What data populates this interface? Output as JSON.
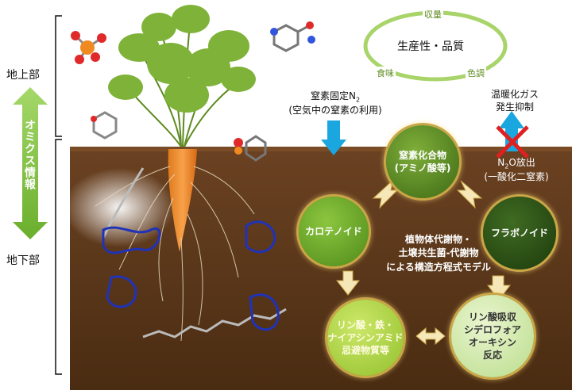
{
  "labels": {
    "above_ground": "地上部",
    "below_ground": "地下部",
    "omics": "オミクス情報"
  },
  "quality_ring": {
    "center": "生産性・品質",
    "top": "収量",
    "left": "食味",
    "right": "色調"
  },
  "nitrogen_fixation": {
    "line1_prefix": "窒素固定N",
    "line1_sub": "2",
    "line2": "(空気中の窒素の利用)"
  },
  "ghg": {
    "line1": "温暖化ガス",
    "line2": "発生抑制",
    "n2o_prefix": "N",
    "n2o_sub": "2",
    "n2o_suffix": "O放出",
    "n2o_line2": "(一酸化二窒素)"
  },
  "nodes": {
    "nitrogen_compounds": [
      "窒素化合物",
      "(アミノ酸等)"
    ],
    "carotenoid": [
      "カロテノイド"
    ],
    "flavonoid": [
      "フラボノイド"
    ],
    "avoidance": [
      "リン酸・鉄・",
      "ナイアシンアミド",
      "忌避物質等"
    ],
    "phosphate": [
      "リン酸吸収",
      "シデロフォア",
      "オーキシン",
      "反応"
    ]
  },
  "center_text": [
    "植物体代謝物・",
    "土壌共生菌-代謝物",
    "による構造方程式モデル"
  ],
  "colors": {
    "soil": "#5a3518",
    "accent_green": "#8cc63f",
    "blue_arrow": "#1aa7e0",
    "cross": "#e02020",
    "node_border": "#c9a646"
  }
}
